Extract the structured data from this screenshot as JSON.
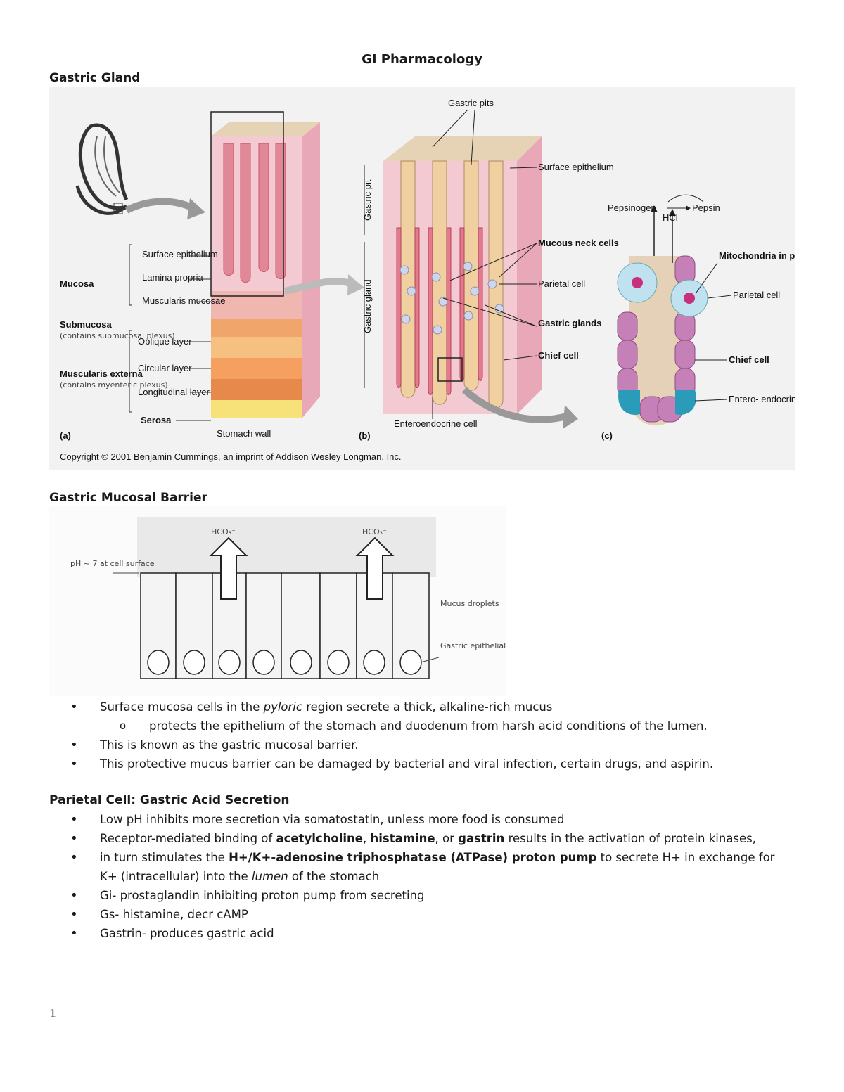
{
  "page_title": "GI Pharmacology",
  "sections": {
    "gastric_gland": "Gastric Gland",
    "mucosal_barrier": "Gastric Mucosal Barrier",
    "parietal": "Parietal Cell: Gastric Acid Secretion"
  },
  "figure_gland": {
    "a": {
      "layer_labels": [
        "Surface epithelium",
        "Lamina propria",
        "Muscularis mucosae",
        "Oblique layer",
        "Circular layer",
        "Longitudinal layer"
      ],
      "mucosa": "Mucosa",
      "submucosa": "Submucosa",
      "submucosa_note": "(contains submucosal plexus)",
      "muscularis": "Muscularis externa",
      "muscularis_note": "(contains myenteric plexus)",
      "serosa": "Serosa",
      "caption": "Stomach wall",
      "panel": "(a)"
    },
    "b": {
      "gastric_pits": "Gastric pits",
      "surface_epithelium": "Surface epithelium",
      "mucous_neck_cells": "Mucous neck cells",
      "parietal_cell": "Parietal cell",
      "gastric_glands": "Gastric glands",
      "chief_cell": "Chief cell",
      "enteroendocrine_cell": "Enteroendocrine cell",
      "gastric_pit_axis": "Gastric pit",
      "gastric_gland_axis": "Gastric gland",
      "panel": "(b)"
    },
    "c": {
      "pepsinogen": "Pepsinogen",
      "pepsin": "Pepsin",
      "hcl": "HCl",
      "mitochondria": "Mitochondria in parietal cell",
      "parietal_cell": "Parietal cell",
      "chief_cell": "Chief cell",
      "enteroendocrine": "Entero- endocrine cell",
      "panel": "(c)"
    },
    "copyright": "Copyright © 2001 Benjamin Cummings, an imprint of Addison Wesley Longman, Inc."
  },
  "figure_barrier": {
    "hco3": "HCO₃⁻",
    "ph_label": "pH ~ 7 at cell surface",
    "mucus_droplets": "Mucus droplets",
    "epithelial_cells": "Gastric epithelial cells"
  },
  "barrier_bullets": {
    "b1_pre": "Surface mucosa cells in the ",
    "b1_em": "pyloric",
    "b1_post": " region secrete a thick, alkaline-rich mucus",
    "b1_sub": "protects the epithelium of the stomach and duodenum from harsh acid conditions of the lumen.",
    "b2": "This is known as the gastric mucosal barrier.",
    "b3": "This protective mucus barrier can be damaged by bacterial and viral infection, certain drugs, and aspirin."
  },
  "parietal_bullets": {
    "b1": "Low pH inhibits more secretion via somatostatin, unless more food is consumed",
    "b2_pre": "Receptor-mediated binding of ",
    "b2_ach": "acetylcholine",
    "b2_sep1": ", ",
    "b2_hist": "histamine",
    "b2_sep2": ", or ",
    "b2_gastrin": "gastrin",
    "b2_post": " results in the activation of protein kinases,",
    "b3_pre": "in turn stimulates the ",
    "b3_bold": "H+/K+-adenosine triphosphatase (ATPase) proton pump",
    "b3_mid": " to secrete H+ in exchange for K+ (intracellular) into the ",
    "b3_em": "lumen",
    "b3_post": " of the stomach",
    "b4": "Gi- prostaglandin inhibiting proton pump from secreting",
    "b5": "Gs- histamine, decr cAMP",
    "b6": "Gastrin- produces gastric acid"
  },
  "page_number": "1"
}
